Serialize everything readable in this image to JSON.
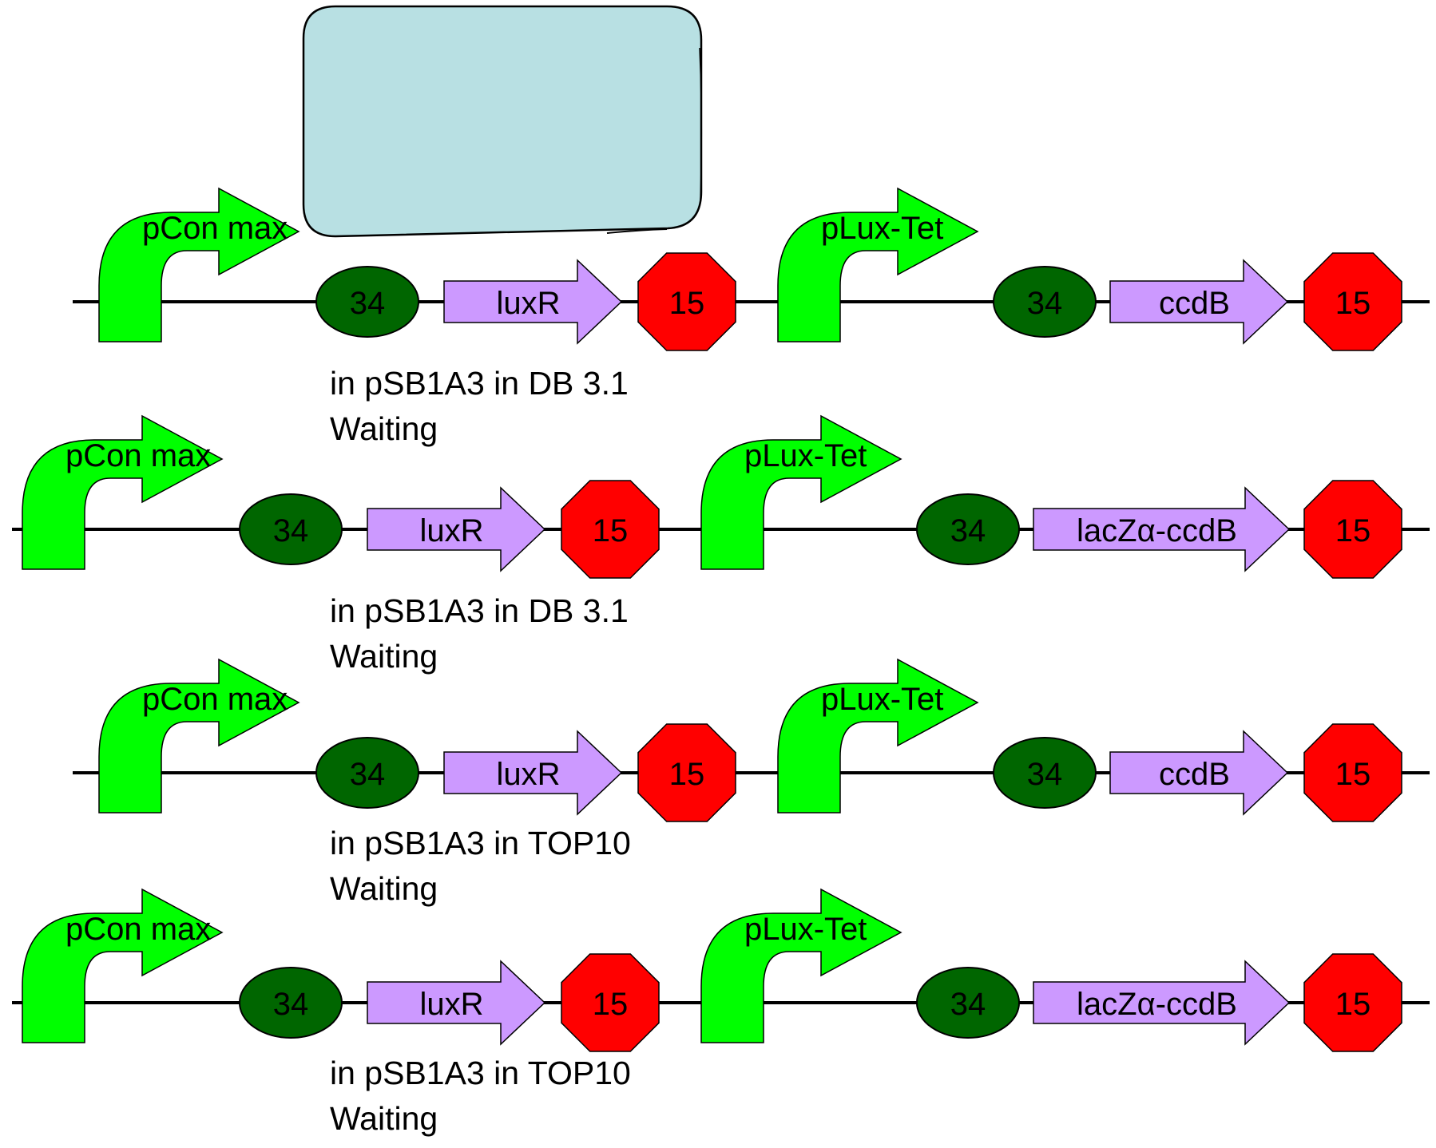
{
  "colors": {
    "promoter": "#00ff00",
    "rbs": "#006600",
    "cds": "#cc99ff",
    "terminator": "#ff0000",
    "note_box": "#b8e0e3",
    "backbone": "#000000"
  },
  "note_box": {
    "text": ""
  },
  "constructs": [
    {
      "promoter1": "pCon max",
      "rbs1": "34",
      "cds1": "luxR",
      "term1": "15",
      "promoter2": "pLux-Tet",
      "rbs2": "34",
      "cds2": "ccdB",
      "term2": "15",
      "caption_line1": "in pSB1A3 in DB 3.1",
      "caption_line2": "Waiting"
    },
    {
      "promoter1": "pCon max",
      "rbs1": "34",
      "cds1": "luxR",
      "term1": "15",
      "promoter2": "pLux-Tet",
      "rbs2": "34",
      "cds2": "lacZα-ccdB",
      "term2": "15",
      "caption_line1": "in pSB1A3 in DB 3.1",
      "caption_line2": "Waiting"
    },
    {
      "promoter1": "pCon max",
      "rbs1": "34",
      "cds1": "luxR",
      "term1": "15",
      "promoter2": "pLux-Tet",
      "rbs2": "34",
      "cds2": "ccdB",
      "term2": "15",
      "caption_line1": "in pSB1A3 in TOP10",
      "caption_line2": "Waiting"
    },
    {
      "promoter1": "pCon max",
      "rbs1": "34",
      "cds1": "luxR",
      "term1": "15",
      "promoter2": "pLux-Tet",
      "rbs2": "34",
      "cds2": "lacZα-ccdB",
      "term2": "15",
      "caption_line1": "in pSB1A3 in TOP10",
      "caption_line2": "Waiting"
    }
  ]
}
